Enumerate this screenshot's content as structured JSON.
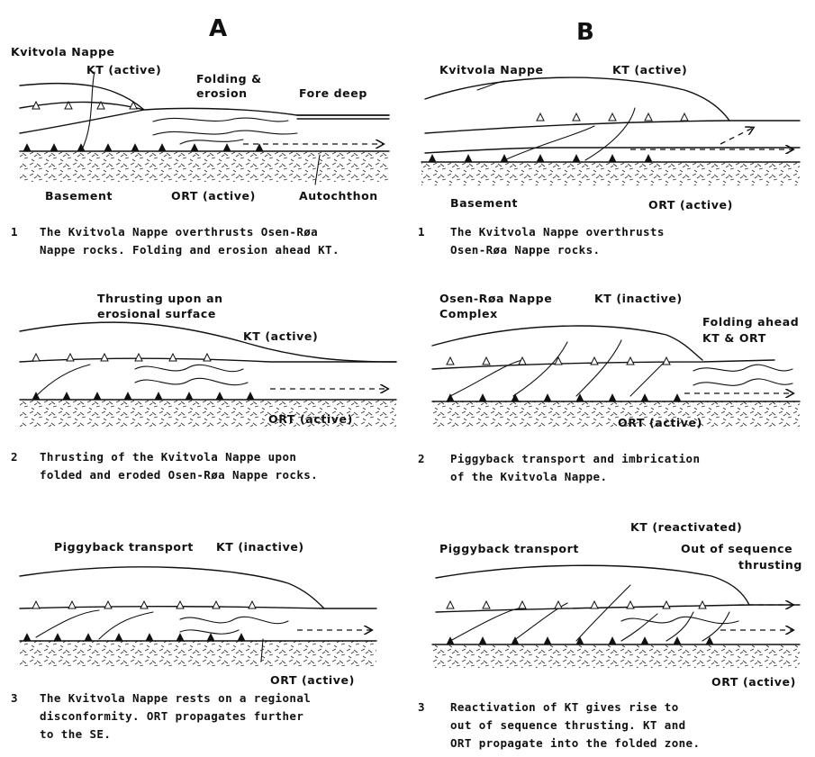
{
  "columns": {
    "A": {
      "header": "A",
      "panels": [
        {
          "labels": [
            "Kvitvola Nappe",
            "KT (active)",
            "Folding &",
            "erosion",
            "Fore deep",
            "Basement",
            "ORT (active)",
            "Autochthon"
          ],
          "caption_num": "1",
          "caption": [
            "The Kvitvola Nappe overthrusts Osen-Røa",
            "Nappe rocks. Folding and erosion ahead KT."
          ]
        },
        {
          "labels": [
            "Thrusting upon an",
            "erosional surface",
            "KT (active)",
            "ORT (active)"
          ],
          "caption_num": "2",
          "caption": [
            "Thrusting of the Kvitvola Nappe upon",
            "folded and eroded Osen-Røa Nappe rocks."
          ]
        },
        {
          "labels": [
            "Piggyback transport",
            "KT (inactive)",
            "ORT (active)"
          ],
          "caption_num": "3",
          "caption": [
            "The Kvitvola Nappe rests on a regional",
            "disconformity. ORT propagates further",
            "to the SE."
          ]
        }
      ]
    },
    "B": {
      "header": "B",
      "panels": [
        {
          "labels": [
            "Kvitvola Nappe",
            "KT (active)",
            "Basement",
            "ORT (active)"
          ],
          "caption_num": "1",
          "caption": [
            "The Kvitvola Nappe overthrusts",
            "Osen-Røa Nappe rocks."
          ]
        },
        {
          "labels": [
            "Osen-Røa Nappe",
            "Complex",
            "KT (inactive)",
            "Folding ahead",
            "KT & ORT",
            "ORT (active)"
          ],
          "caption_num": "2",
          "caption": [
            "Piggyback transport and imbrication",
            "of the Kvitvola Nappe."
          ]
        },
        {
          "labels": [
            "KT (reactivated)",
            "Piggyback transport",
            "Out of sequence",
            "thrusting",
            "ORT (active)"
          ],
          "caption_num": "3",
          "caption": [
            "Reactivation of KT gives rise to",
            "out of sequence thrusting. KT and",
            "ORT propagate into the folded zone."
          ]
        }
      ]
    }
  }
}
